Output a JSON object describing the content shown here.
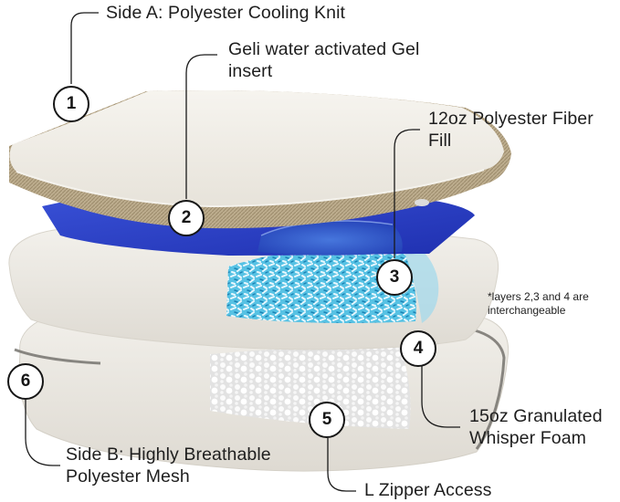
{
  "callouts": [
    {
      "number": "1",
      "lines": [
        "Side A: Polyester Cooling Knit"
      ]
    },
    {
      "number": "2",
      "lines": [
        "Geli water activated Gel",
        "insert"
      ]
    },
    {
      "number": "3",
      "lines": [
        "12oz Polyester Fiber",
        "Fill"
      ]
    },
    {
      "number": "4",
      "lines": [
        "15oz Granulated",
        "Whisper Foam"
      ]
    },
    {
      "number": "5",
      "lines": [
        "L Zipper Access"
      ]
    },
    {
      "number": "6",
      "lines": [
        "Side B: Highly Breathable",
        "Polyester Mesh"
      ]
    }
  ],
  "note": {
    "lines": [
      "*layers 2,3 and 4 are",
      "interchangeable"
    ]
  },
  "colors": {
    "gel_blue": "#2a3fc8",
    "fiber_teal": "#3ab0d6",
    "knit_border": "#b9a888",
    "pillow_white": "#eeebe4"
  }
}
